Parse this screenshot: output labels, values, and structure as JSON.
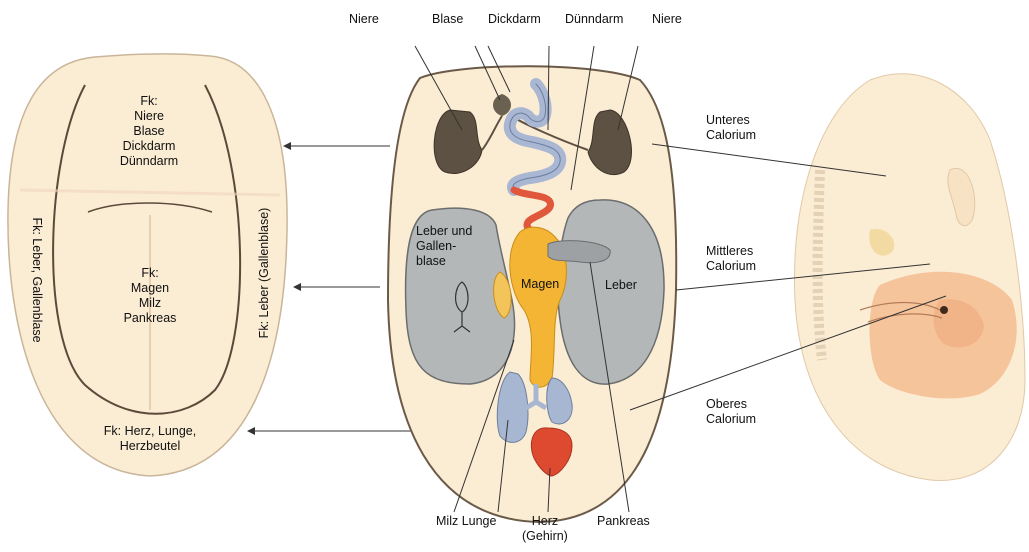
{
  "labels": {
    "top_niere_left": "Niere",
    "top_blase": "Blase",
    "top_dickdarm": "Dickdarm",
    "top_duenndarm": "Dünndarm",
    "top_niere_right": "Niere",
    "center_leber_gallenblase": [
      "Leber und",
      "Gallen-",
      "blase"
    ],
    "center_magen": "Magen",
    "center_leber": "Leber",
    "bottom_milz_lunge": "Milz Lunge",
    "bottom_herz": [
      "Herz",
      "(Gehirn)"
    ],
    "bottom_pankreas": "Pankreas",
    "right_unteres": [
      "Unteres",
      "Calorium"
    ],
    "right_mittleres": [
      "Mittleres",
      "Calorium"
    ],
    "right_oberes": [
      "Oberes",
      "Calorium"
    ]
  },
  "tongue_zones": {
    "back": [
      "Fk:",
      "Niere",
      "Blase",
      "Dickdarm",
      "Dünndarm"
    ],
    "middle": [
      "Fk:",
      "Magen",
      "Milz",
      "Pankreas"
    ],
    "tip": [
      "Fk: Herz, Lunge,",
      "Herzbeutel"
    ],
    "left_edge": "Fk: Leber, Gallenblase",
    "right_edge": "Fk: Leber (Gallenblase)"
  },
  "colors": {
    "tongue_fill": "#fbecd4",
    "kidney": "#5c5142",
    "intestine_blue": "#a9b7d3",
    "intestine_red": "#e0573c",
    "liver_gray": "#b4b7b8",
    "stomach_yellow": "#f3b533",
    "heart_red": "#dd4a30",
    "lung_blue": "#a8b7d1",
    "head_fill": "#fbecd4",
    "head_orange": "#f6c49b"
  }
}
